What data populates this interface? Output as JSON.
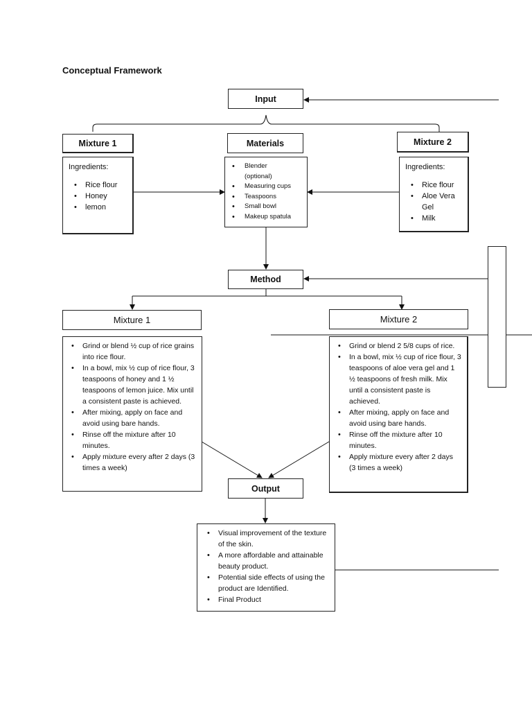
{
  "title": "Conceptual Framework",
  "input": {
    "label": "Input"
  },
  "materials": {
    "label": "Materials",
    "items": [
      "Blender",
      "(optional)",
      "Measuring cups",
      "Teaspoons",
      "Small bowl",
      "Makeup spatula"
    ]
  },
  "mixture1_input": {
    "label": "Mixture 1",
    "ingredients_label": "Ingredients:",
    "items": [
      "Rice flour",
      "Honey",
      "lemon"
    ]
  },
  "mixture2_input": {
    "label": "Mixture 2",
    "ingredients_label": "Ingredients:",
    "items": [
      "Rice flour",
      "Aloe Vera",
      "Gel",
      "Milk"
    ]
  },
  "method": {
    "label": "Method"
  },
  "mixture1_method": {
    "label": "Mixture 1",
    "steps": [
      "Grind or blend ½ cup of rice grains into rice flour.",
      "In a bowl, mix ½ cup of rice flour, 3 teaspoons of honey and 1 ½ teaspoons of lemon juice. Mix until a consistent paste is achieved.",
      "After mixing, apply on face and avoid using bare hands.",
      "Rinse off the mixture after 10 minutes.",
      "Apply mixture every after 2 days (3 times a week)"
    ]
  },
  "mixture2_method": {
    "label": "Mixture 2",
    "steps": [
      "Grind or blend 2 5/8 cups of rice.",
      "In a bowl, mix ½ cup of rice flour, 3 teaspoons of aloe vera gel and 1 ½ teaspoons of fresh milk. Mix until a consistent paste is achieved.",
      "After mixing, apply on face and avoid using bare hands.",
      "Rinse off the mixture after 10 minutes.",
      "Apply mixture every after 2 days (3 times a week)"
    ]
  },
  "output": {
    "label": "Output",
    "items": [
      "Visual improvement of the texture of the skin.",
      "A more affordable and attainable beauty product.",
      "Potential side effects of using the product are Identified.",
      "Final Product"
    ]
  }
}
